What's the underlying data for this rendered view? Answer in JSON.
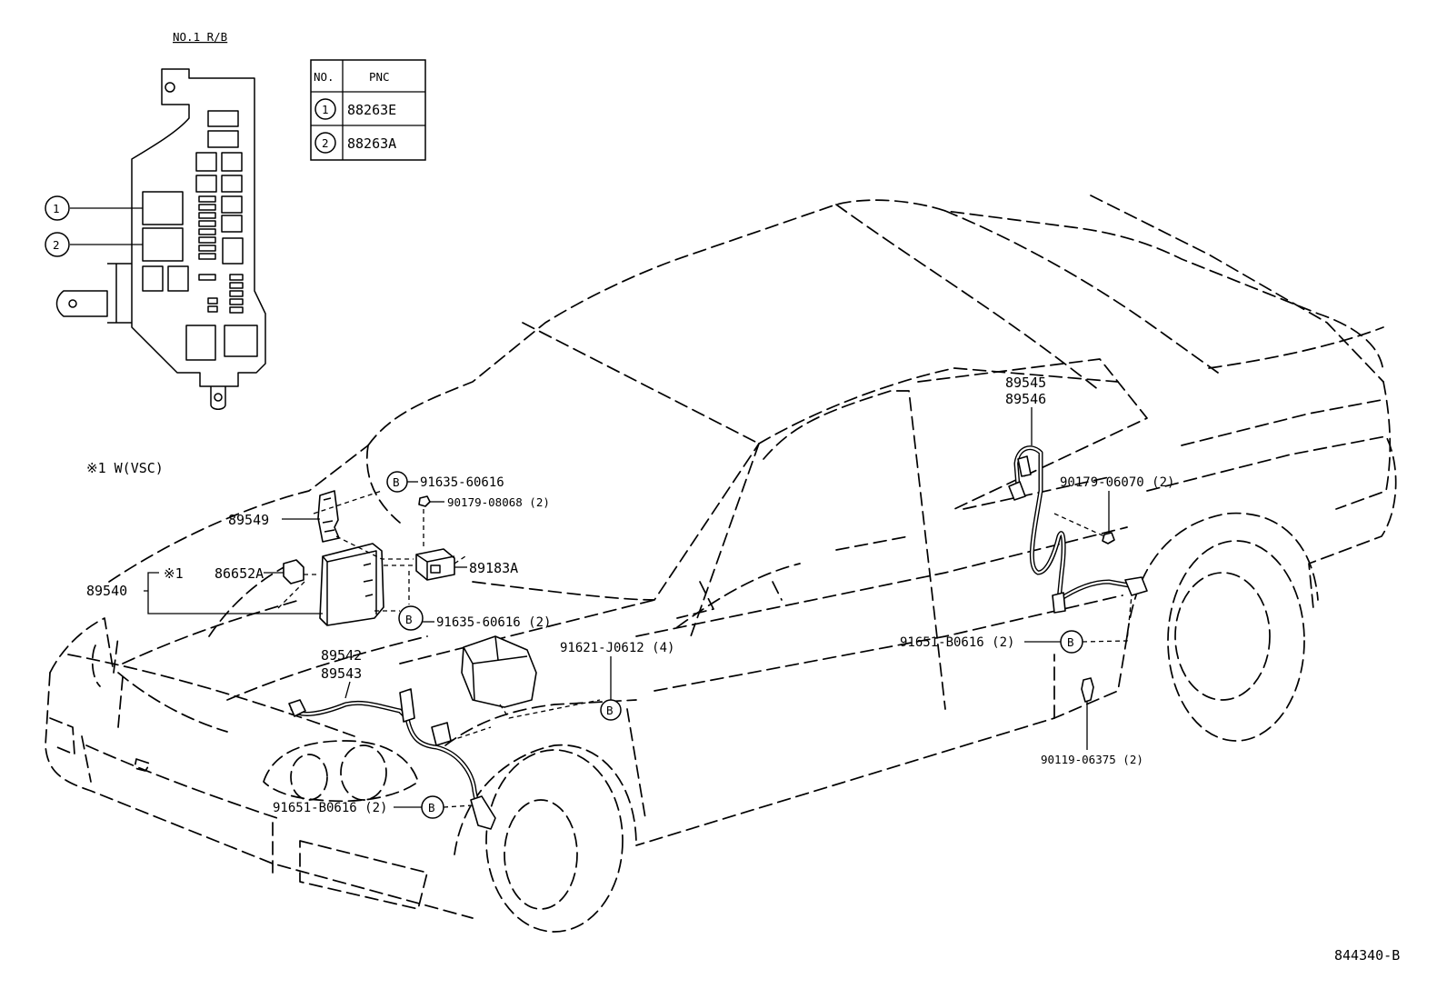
{
  "relay_block": {
    "title": "NO.1 R/B",
    "callouts": [
      "1",
      "2"
    ]
  },
  "pnc_table": {
    "header_no": "NO.",
    "header_pnc": "PNC",
    "rows": [
      {
        "no": "1",
        "pnc": "88263E"
      },
      {
        "no": "2",
        "pnc": "88263A"
      }
    ]
  },
  "note": "※1 W(VSC)",
  "labels": {
    "p89549": "89549",
    "star1": "※1",
    "p86652A": "86652A",
    "p89540": "89540",
    "p89183A": "89183A",
    "p91635_top": "91635-60616",
    "p90179_08068": "90179-08068 (2)",
    "p91635_bot": "91635-60616 (2)",
    "p89542": "89542",
    "p89543": "89543",
    "p91621": "91621-J0612 (4)",
    "p91651_front": "91651-B0616 (2)",
    "p89545": "89545",
    "p89546": "89546",
    "p90179_06070": "90179-06070 (2)",
    "p91651_rear": "91651-B0616 (2)",
    "p90119": "90119-06375 (2)",
    "b_mark": "B",
    "figure_id": "844340-B"
  }
}
